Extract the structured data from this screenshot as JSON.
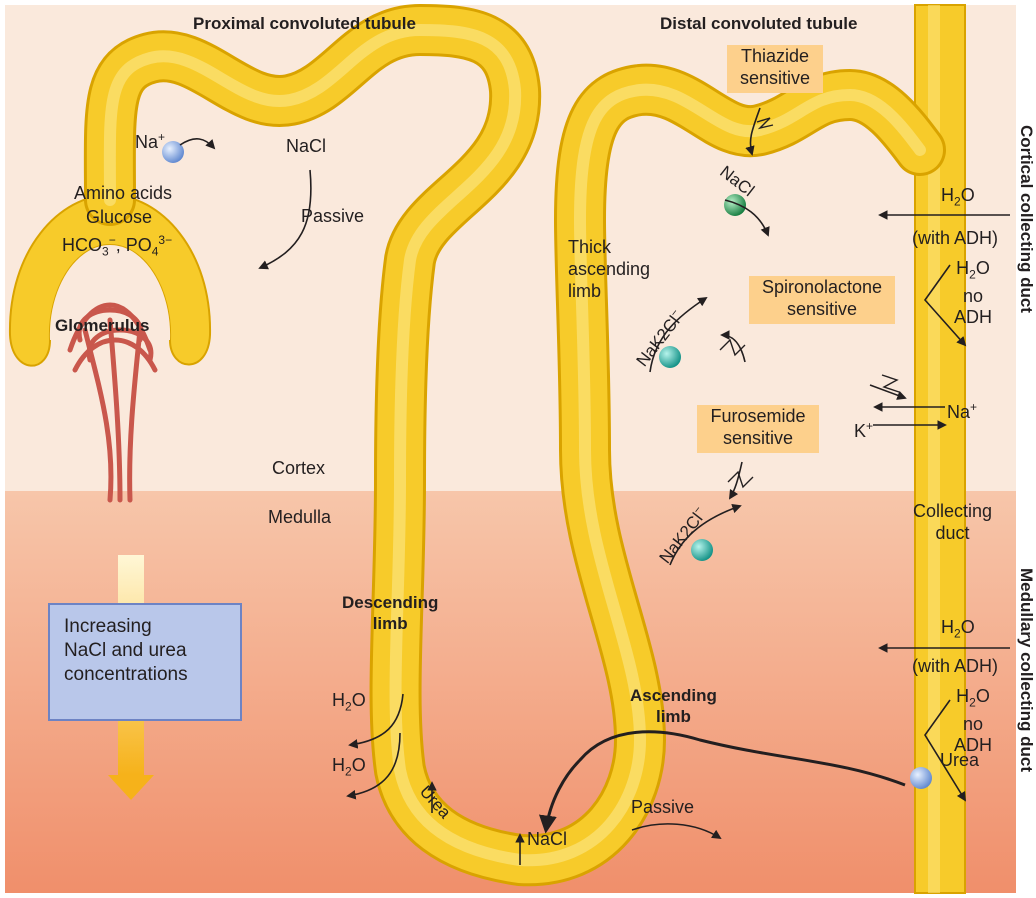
{
  "titles": {
    "proximal": "Proximal convoluted tubule",
    "distal": "Distal convoluted tubule",
    "glomerulus": "Glomerulus",
    "descending_limb": [
      "Descending",
      "limb"
    ],
    "ascending_limb": [
      "Ascending",
      "limb"
    ],
    "thick_ascending_limb": [
      "Thick",
      "ascending",
      "limb"
    ]
  },
  "regions": {
    "cortex": "Cortex",
    "medulla": "Medulla",
    "cortical_collecting_duct": "Cortical collecting duct",
    "medullary_collecting_duct": "Medullary collecting duct",
    "collecting_duct": [
      "Collecting",
      "duct"
    ]
  },
  "drug_boxes": {
    "thiazide": [
      "Thiazide",
      "sensitive"
    ],
    "spironolactone": [
      "Spironolactone",
      "sensitive"
    ],
    "furosemide": [
      "Furosemide",
      "sensitive"
    ]
  },
  "proximal_labels": {
    "na": "Na",
    "na_sup": "+",
    "nacl": "NaCl",
    "passive": "Passive",
    "amino_acids": "Amino acids",
    "glucose": "Glucose",
    "hco3": "HCO",
    "hco3_sub": "3",
    "hco3_sup": "−",
    "po4_sep": ", PO",
    "po4_sub": "4",
    "po4_sup": "3−"
  },
  "transport_labels": {
    "nacl_distal": "NaCl",
    "nak2cl": "NaK2Cl",
    "nak2cl_sup": "−",
    "na": "Na",
    "na_sup": "+",
    "k": "K",
    "k_sup": "+",
    "urea": "Urea",
    "nacl_bottom": "NaCl",
    "passive_bottom": "Passive"
  },
  "water_labels": {
    "h": "H",
    "sub2": "2",
    "o": "O",
    "with_adh": "(with ADH)",
    "no": "no",
    "adh": "ADH"
  },
  "legend": {
    "increasing": [
      "Increasing",
      "NaCl and urea",
      "concentrations"
    ]
  },
  "colors": {
    "cortex_bg": "#fae9dc",
    "medulla_top": "#f6c3a6",
    "medulla_bottom": "#f08f6b",
    "tubule": "#f7cb2a",
    "tubule_edge": "#d9a300",
    "drug_box": "#fdd08c",
    "legend_box": "#b9c7ea",
    "glomerulus": "#c9574c",
    "ball_blue": "#7fa6e3",
    "ball_green": "#1e9c52",
    "ball_teal": "#1bb3a4"
  }
}
